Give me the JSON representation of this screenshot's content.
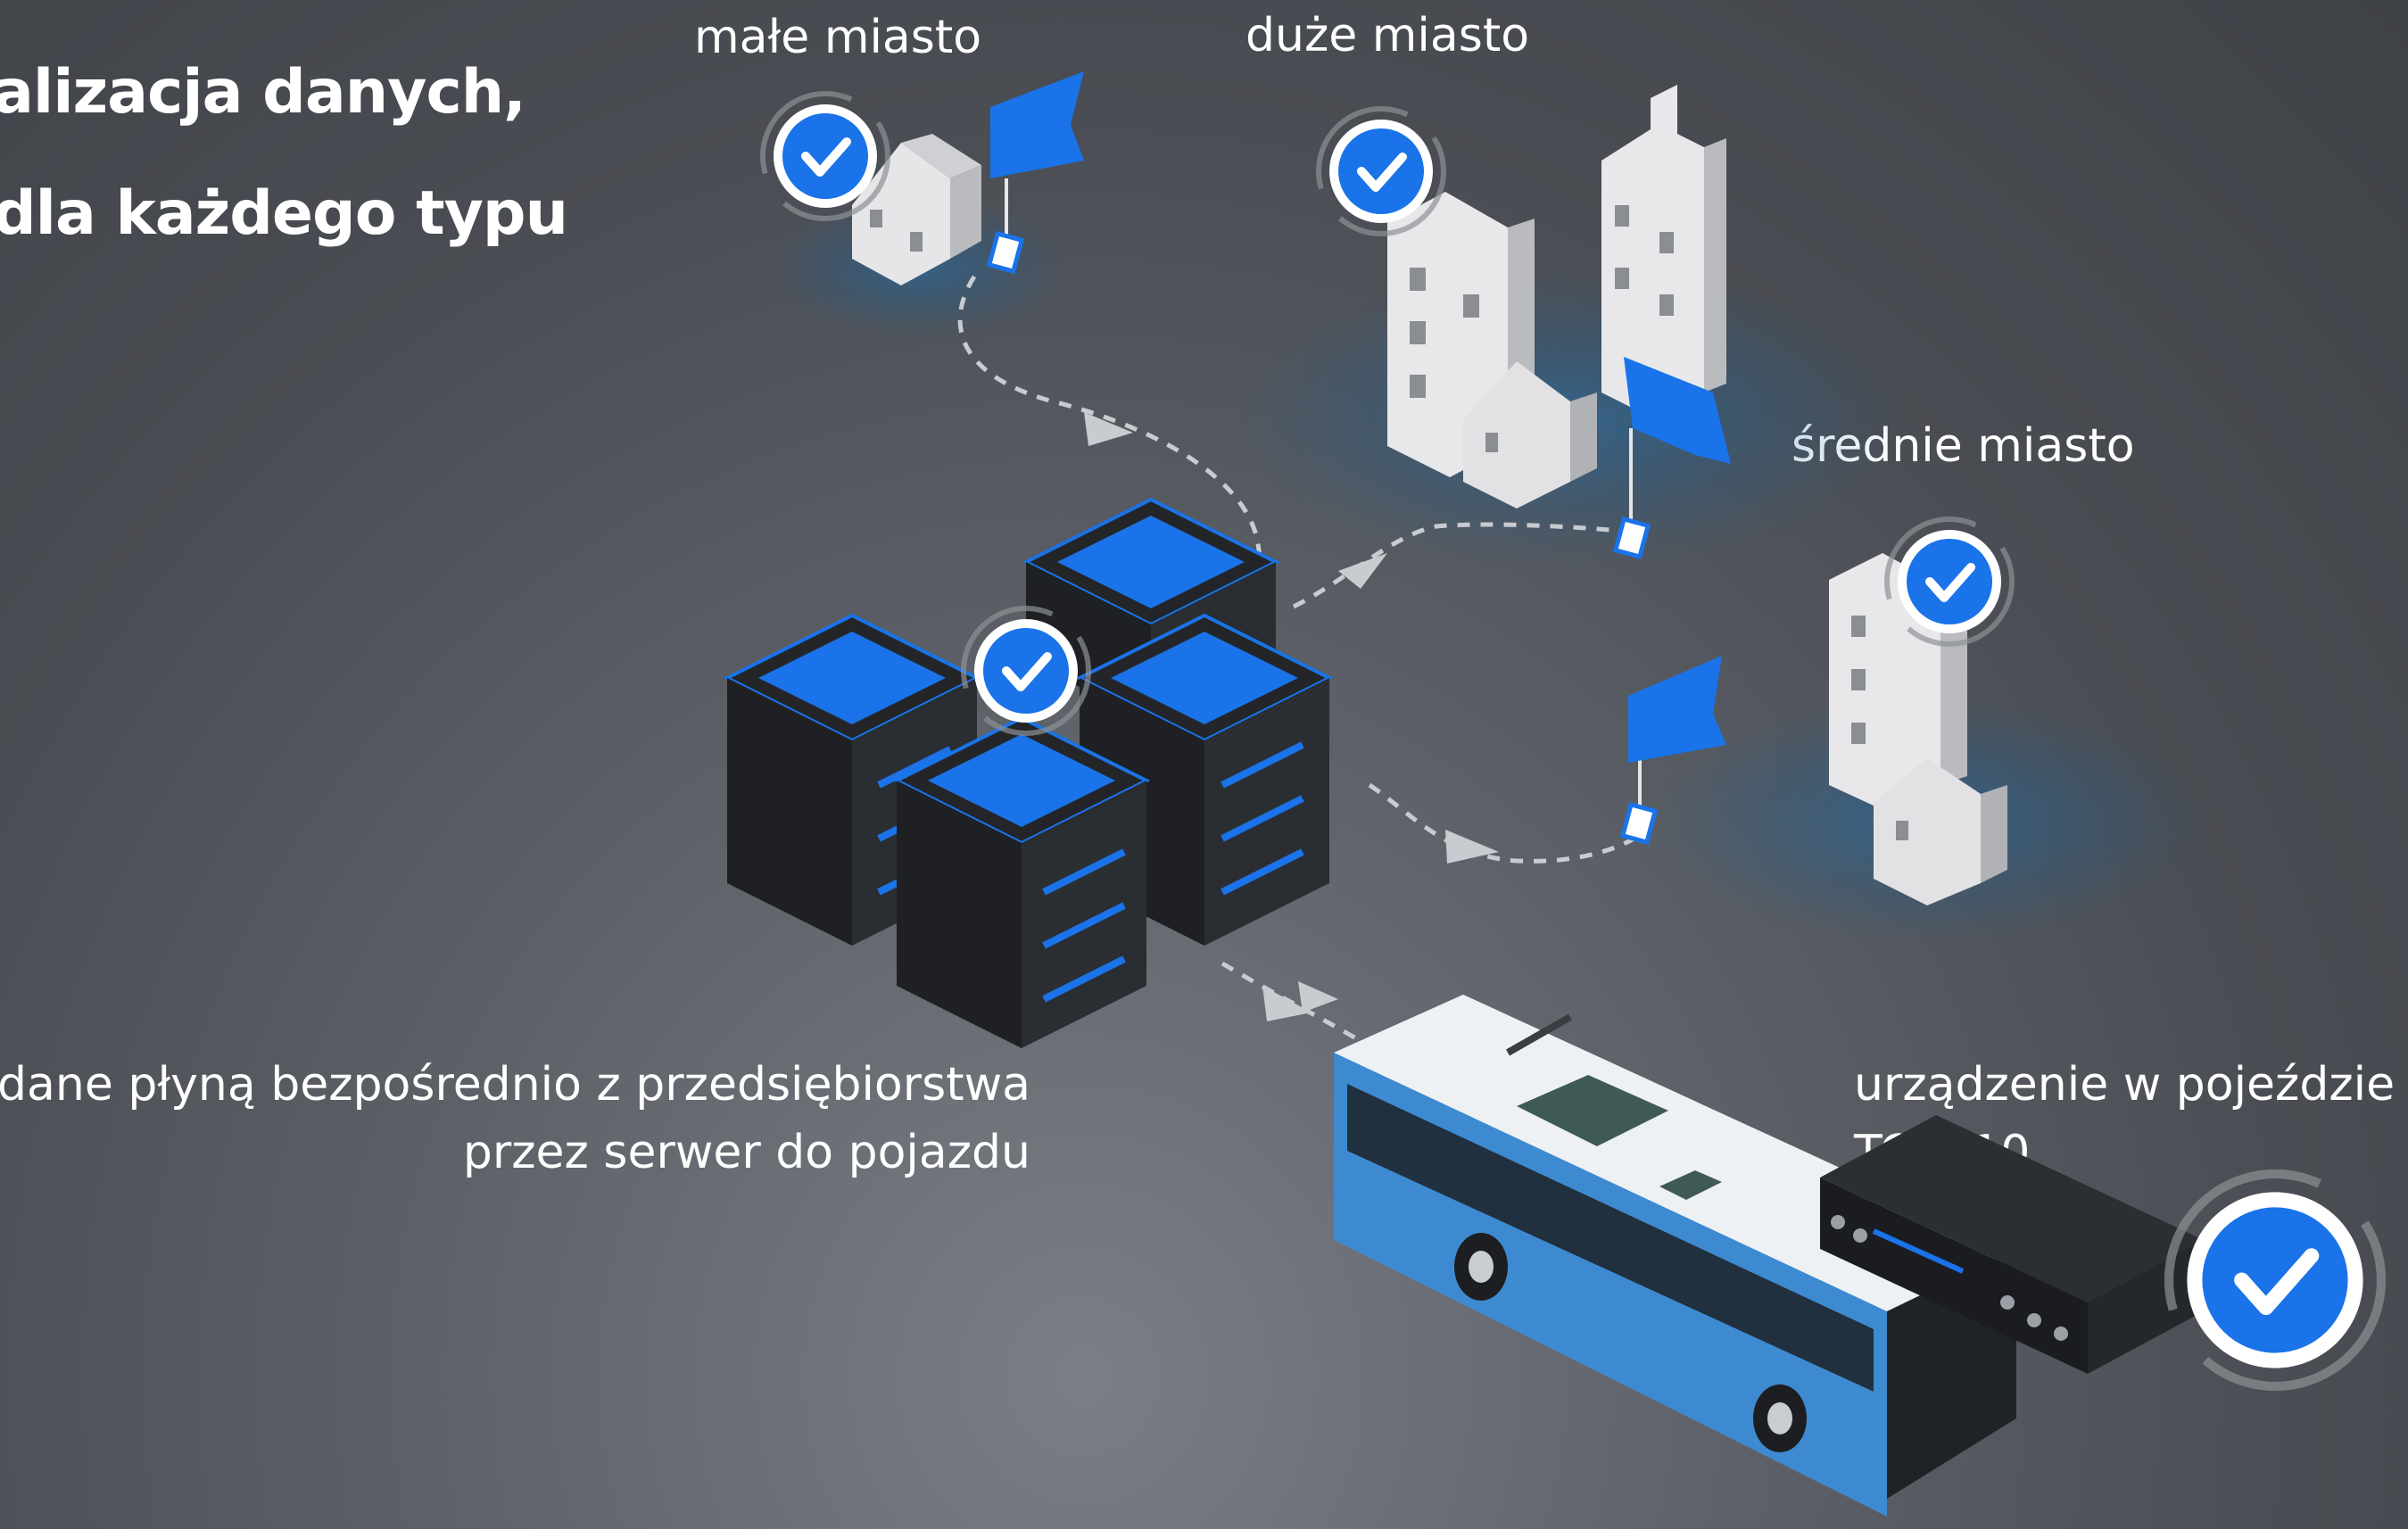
{
  "heading": {
    "line1": "alizacja danych,",
    "line2": "dla każdego typu"
  },
  "labels": {
    "small_city": "małe miasto",
    "big_city": "duże miasto",
    "medium_city": "średnie miasto",
    "flow_line1": "dane płyną bezpośrednio z przedsiębiorstwa",
    "flow_line2": "przez serwer do pojazdu",
    "device_line1": "urządzenie w pojeździe",
    "device_line2": "TC1010"
  },
  "colors": {
    "accent": "#1a73e8",
    "background": "#55595f",
    "building": "#e8e8ea"
  },
  "icons": [
    "checkmark-badge-icon",
    "flag-icon",
    "server-stack-icon",
    "bus-icon",
    "device-box-icon",
    "house-icon",
    "tower-icon"
  ]
}
